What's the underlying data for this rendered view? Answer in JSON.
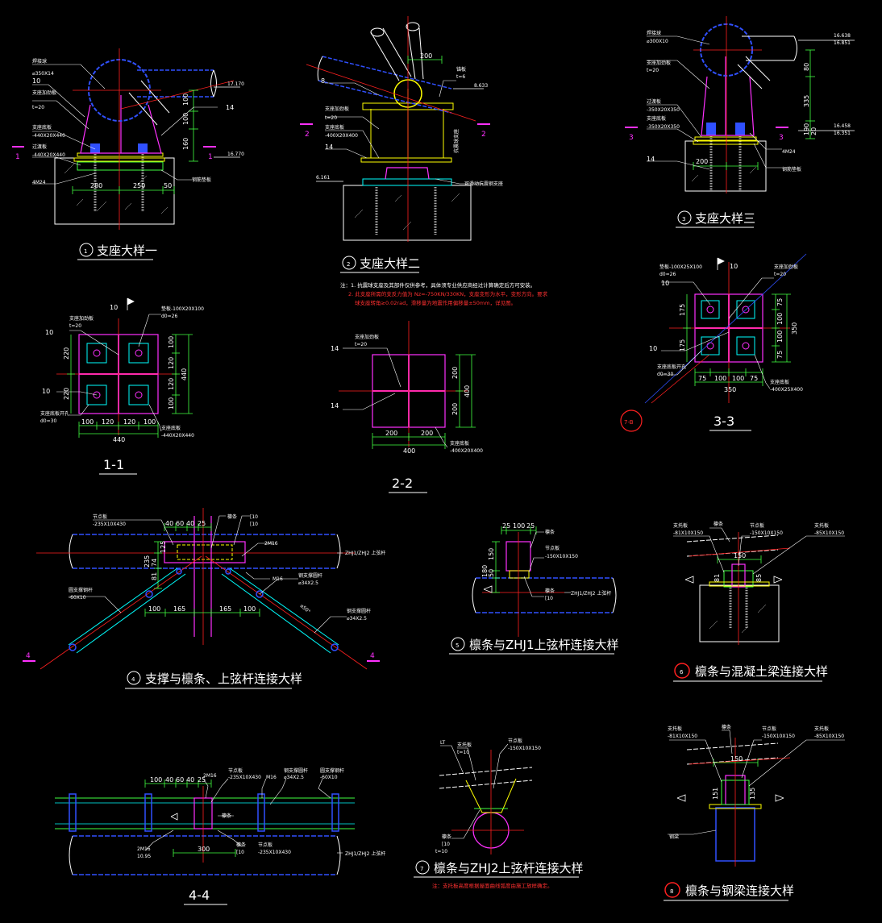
{
  "colors": {
    "background": "#000000",
    "member": "#3050ff",
    "plate": "#ff30ff",
    "center": "#ff2020",
    "dimension": "#40ff40",
    "concrete": "#ffffff",
    "weld": "#ffff00",
    "cyan": "#00ffff"
  },
  "details": {
    "d1": {
      "num": "1",
      "title": "支座大样一",
      "labels": [
        "焊接球",
        "⌀350X14",
        "支座加劲板",
        "t=20",
        "支座底板",
        "-440X20X440",
        "过渡板",
        "-440X20X440",
        "4M24",
        "钢筋垫板"
      ],
      "dims": [
        "100",
        "100",
        "160",
        "280",
        "250",
        "50",
        "10",
        "14"
      ],
      "elev": [
        "17.170",
        "16.770"
      ],
      "cut": "1"
    },
    "d2": {
      "num": "2",
      "title": "支座大样二",
      "labels": [
        "支座加劲板",
        "t=20",
        "支座底板",
        "-400X20X400",
        "锚板",
        "t=6",
        "可滑动抗震钢支座",
        "抗震球支座"
      ],
      "dims": [
        "200",
        "8",
        "14"
      ],
      "elev": [
        "8.633",
        "6.161"
      ],
      "cut": "2"
    },
    "d3": {
      "num": "3",
      "title": "支座大样三",
      "labels": [
        "焊接球",
        "⌀300X10",
        "支座加劲板",
        "t=20",
        "过渡板",
        "-350X20X350",
        "支座底板",
        "-350X20X350",
        "4M24",
        "钢筋垫板"
      ],
      "dims": [
        "80",
        "335",
        "190",
        "20",
        "200",
        "14"
      ],
      "elev": [
        "16.638",
        "16.851",
        "16.458",
        "16.351"
      ],
      "cut": "3"
    },
    "s11": {
      "title": "1-1",
      "labels": [
        "支座加劲板",
        "t=20",
        "垫板-100X20X100",
        "d0=26",
        "支座底板开孔",
        "d0=30",
        "支座底板",
        "-440X20X440"
      ],
      "dims_h": [
        "100",
        "120",
        "120",
        "100"
      ],
      "dims_v": [
        "100",
        "120",
        "120",
        "100"
      ],
      "total_h": "440",
      "total_v": "440",
      "left_v": [
        "220",
        "220"
      ],
      "weld": "10"
    },
    "s22": {
      "title": "2-2",
      "labels": [
        "支座加劲板",
        "t=20",
        "支座底板",
        "-400X20X400"
      ],
      "dims_h": [
        "200",
        "200"
      ],
      "total_h": "400",
      "dims_v": [
        "200",
        "200"
      ],
      "total_v": "400",
      "weld": "14"
    },
    "s33": {
      "title": "3-3",
      "labels": [
        "垫板-100X25X100",
        "d0=26",
        "支座加劲板",
        "t=20",
        "支座底板开孔",
        "d0=30",
        "支座底板",
        "-400X25X400"
      ],
      "dims_h": [
        "75",
        "100",
        "100",
        "75"
      ],
      "total_h": "350",
      "dims_v": [
        "75",
        "100",
        "100",
        "75"
      ],
      "total_v": "350",
      "left_v": [
        "175",
        "175"
      ],
      "weld": "10",
      "axis_tag": "7-B"
    },
    "d4": {
      "num": "4",
      "title": "支撑与檩条、上弦杆连接大样",
      "labels": [
        "节点板",
        "-235X10X430",
        "檩条",
        "[10",
        "2M16",
        "M16",
        "钢支撑圆杆",
        "⌀34X2.5",
        "圆支撑钢杆",
        "-60X10",
        "ZHJ1/ZHJ2  上弦杆"
      ],
      "dims": [
        "40",
        "60",
        "40",
        "25",
        "235",
        "125",
        "81",
        "74",
        "100",
        "165",
        "165",
        "100"
      ],
      "angle": "⌀50°",
      "cut": "4"
    },
    "d5": {
      "num": "5",
      "title": "檩条与ZHJ1上弦杆连接大样",
      "labels": [
        "檩条",
        "节点板",
        "-150X10X150",
        "檩条",
        "[10",
        "ZHJ1/ZHJ2  上弦杆"
      ],
      "dims": [
        "25",
        "100",
        "25",
        "150",
        "50",
        "180"
      ]
    },
    "d6": {
      "num": "6",
      "title": "檩条与混凝土梁连接大样",
      "labels": [
        "支托板",
        "-81X10X150",
        "檩条",
        "节点板",
        "-150X10X150",
        "支托板",
        "-85X10X150"
      ],
      "dims": [
        "150",
        "81",
        "85"
      ]
    },
    "s44": {
      "title": "4-4",
      "labels": [
        "2M16",
        "节点板",
        "-235X10X430",
        "M16",
        "钢支撑圆杆",
        "⌀34X2.5",
        "圆支撑钢杆",
        "-60X10",
        "檩条",
        "2M16",
        "10.95",
        "檩条",
        "[10",
        "节点板",
        "-235X10X430",
        "ZHJ1/ZHJ2  上弦杆"
      ],
      "dims": [
        "100",
        "40",
        "60",
        "40",
        "25",
        "300"
      ]
    },
    "d7": {
      "num": "7",
      "title": "檩条与ZHJ2上弦杆连接大样",
      "labels": [
        "LT",
        "支托板",
        "t=10",
        "节点板",
        "-150X10X150",
        "檩条",
        "[10",
        "t=10"
      ],
      "note": "注：支托板高度根据屋面曲线弧度由施工放样确定。"
    },
    "d8": {
      "num": "8",
      "title": "檩条与钢梁连接大样",
      "labels": [
        "支托板",
        "-81X10X150",
        "檩条",
        "节点板",
        "-150X10X150",
        "支托板",
        "-85X10X150",
        "钢梁"
      ],
      "dims": [
        "150",
        "151",
        "135"
      ]
    }
  },
  "notes": {
    "line1": "注：1. 抗震球支座及其部件仅供参考，具体须专业供应商经过计算确定后方可安装。",
    "line2": "2. 此支座所需的支反力值为 Nz=-750KN/330KN，支座变形为水平，变形方向。要求",
    "line3": "球支座转角≥0.02rad，滑移量为地震作用偏移量±50mm，详见图。"
  }
}
